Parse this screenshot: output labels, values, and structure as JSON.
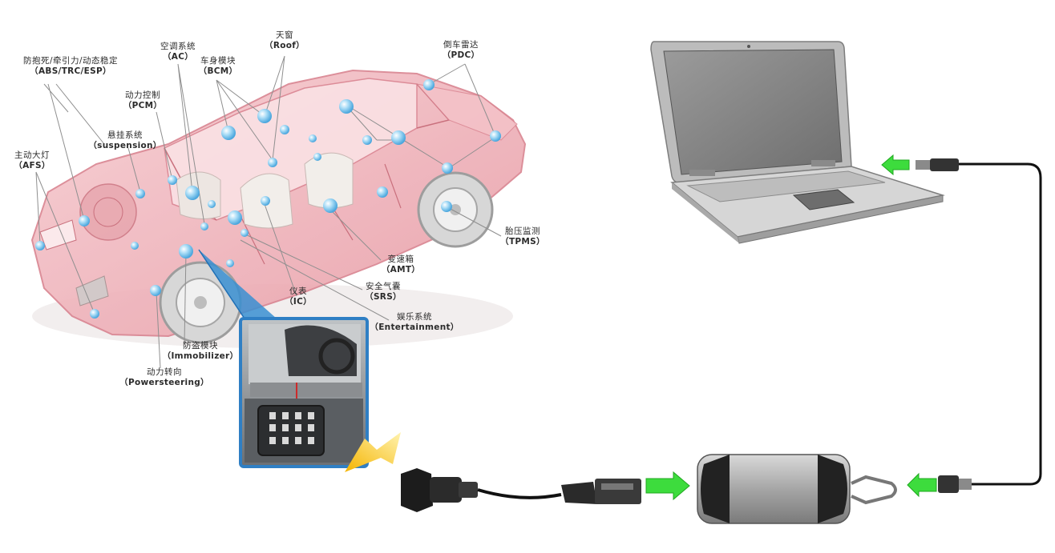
{
  "labels": {
    "abs": {
      "zh": "防抱死/牵引力/动态稳定",
      "en": "（ABS/TRC/ESP）"
    },
    "ac": {
      "zh": "空调系统",
      "en": "（AC）"
    },
    "roof": {
      "zh": "天窗",
      "en": "（Roof）"
    },
    "bcm": {
      "zh": "车身模块",
      "en": "（BCM）"
    },
    "pdc": {
      "zh": "倒车雷达",
      "en": "（PDC）"
    },
    "pcm": {
      "zh": "动力控制",
      "en": "（PCM）"
    },
    "susp": {
      "zh": "悬挂系统",
      "en": "（suspension）"
    },
    "afs": {
      "zh": "主动大灯",
      "en": "（AFS）"
    },
    "tpms": {
      "zh": "胎压监测",
      "en": "（TPMS）"
    },
    "amt": {
      "zh": "变速箱",
      "en": "（AMT）"
    },
    "srs": {
      "zh": "安全气囊",
      "en": "（SRS）"
    },
    "ic": {
      "zh": "仪表",
      "en": "（IC）"
    },
    "ent": {
      "zh": "娱乐系统",
      "en": "（Entertainment）"
    },
    "immo": {
      "zh": "防盗模块",
      "en": "（Immobilizer）"
    },
    "steer": {
      "zh": "动力转向",
      "en": "（Powersteering）"
    }
  },
  "colors": {
    "car_body": "#f0b8bf",
    "car_edge": "#d9868f",
    "node": "#7fc8ef",
    "node_core": "#ffffff",
    "leader": "#9a9a9a",
    "callout": "#2f7fc4",
    "arrow": "#3ddc3d",
    "laptop": "#c9c9c9",
    "cable": "#111111"
  },
  "icons": [
    "car-diagram",
    "obd-port-photo",
    "obd-connector",
    "vci-interface",
    "laptop",
    "arrow-icon"
  ]
}
